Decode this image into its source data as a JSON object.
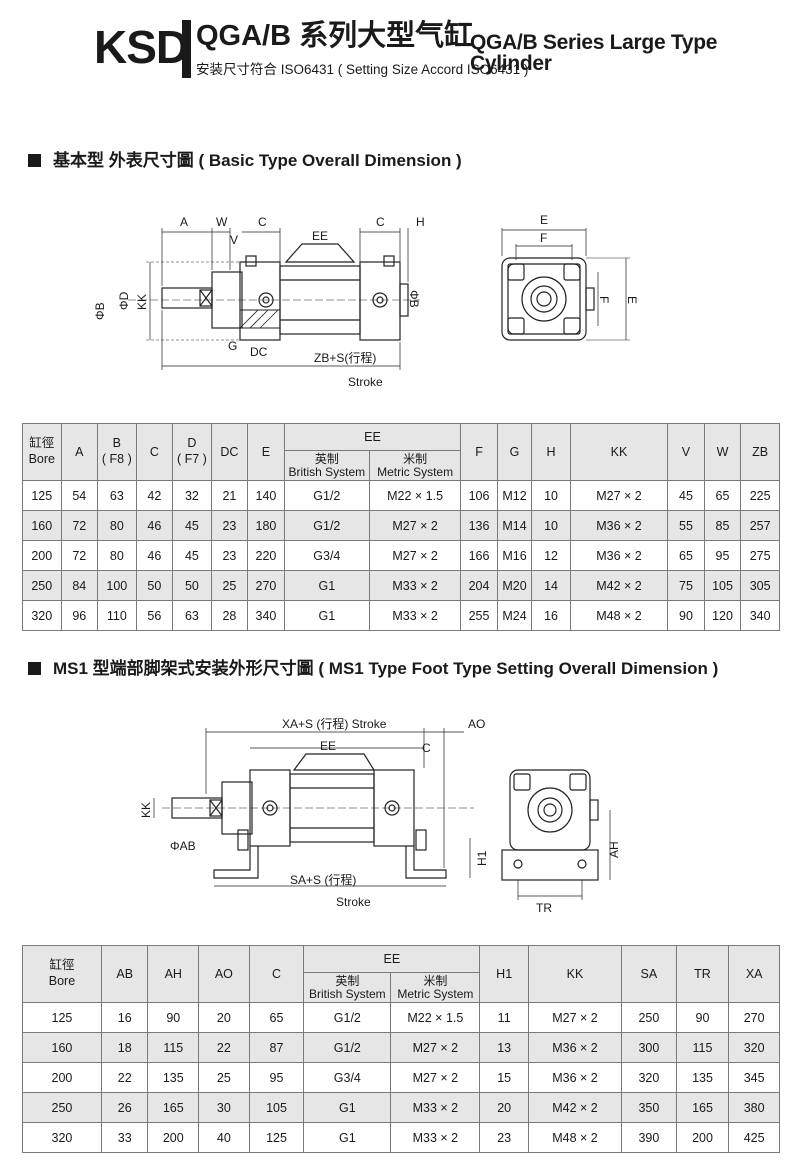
{
  "header": {
    "brand": "KSD",
    "title_cn": "QGA/B 系列大型气缸",
    "title_en": "QGA/B Series Large Type Cylinder",
    "subtitle": "安装尺寸符合 ISO6431 ( Setting Size Accord ISO6431 )"
  },
  "section1": {
    "title": "基本型 外表尺寸圖 ( Basic Type Overall Dimension )",
    "drawing_labels": {
      "A": "A",
      "W": "W",
      "V": "V",
      "C": "C",
      "C2": "C",
      "H": "H",
      "EE": "EE",
      "phiB": "ΦB",
      "phiD": "ΦD",
      "KK": "KK",
      "phiB2": "ΦB",
      "G": "G",
      "DC": "DC",
      "zb": "ZB+S(行程)",
      "stroke": "Stroke",
      "E": "E",
      "F": "F",
      "F2": "F",
      "E2": "E"
    },
    "table": {
      "headers": {
        "bore": "缸徑\nBore",
        "A": "A",
        "B": "B\n( F8 )",
        "C": "C",
        "D": "D\n( F7 )",
        "DC": "DC",
        "E": "E",
        "EE": "EE",
        "EE_british": "英制\nBritish System",
        "EE_metric": "米制\nMetric System",
        "F": "F",
        "G": "G",
        "H": "H",
        "KK": "KK",
        "V": "V",
        "W": "W",
        "ZB": "ZB"
      },
      "rows": [
        [
          "125",
          "54",
          "63",
          "42",
          "32",
          "21",
          "140",
          "G1/2",
          "M22 × 1.5",
          "106",
          "M12",
          "10",
          "M27 × 2",
          "45",
          "65",
          "225"
        ],
        [
          "160",
          "72",
          "80",
          "46",
          "45",
          "23",
          "180",
          "G1/2",
          "M27 × 2",
          "136",
          "M14",
          "10",
          "M36 × 2",
          "55",
          "85",
          "257"
        ],
        [
          "200",
          "72",
          "80",
          "46",
          "45",
          "23",
          "220",
          "G3/4",
          "M27 × 2",
          "166",
          "M16",
          "12",
          "M36 × 2",
          "65",
          "95",
          "275"
        ],
        [
          "250",
          "84",
          "100",
          "50",
          "50",
          "25",
          "270",
          "G1",
          "M33 × 2",
          "204",
          "M20",
          "14",
          "M42 × 2",
          "75",
          "105",
          "305"
        ],
        [
          "320",
          "96",
          "110",
          "56",
          "63",
          "28",
          "340",
          "G1",
          "M33 × 2",
          "255",
          "M24",
          "16",
          "M48 × 2",
          "90",
          "120",
          "340"
        ]
      ]
    }
  },
  "section2": {
    "title": "MS1 型端部脚架式安装外形尺寸圖 ( MS1 Type Foot Type Setting Overall Dimension )",
    "drawing_labels": {
      "xa": "XA+S (行程) Stroke",
      "AO": "AO",
      "EE": "EE",
      "C": "C",
      "KK": "KK",
      "phiAB": "ΦAB",
      "H1": "H1",
      "sa": "SA+S (行程)",
      "stroke": "Stroke",
      "AH": "AH",
      "TR": "TR"
    },
    "table": {
      "headers": {
        "bore": "缸徑\nBore",
        "AB": "AB",
        "AH": "AH",
        "AO": "AO",
        "C": "C",
        "EE": "EE",
        "EE_british": "英制\nBritish System",
        "EE_metric": "米制\nMetric System",
        "H1": "H1",
        "KK": "KK",
        "SA": "SA",
        "TR": "TR",
        "XA": "XA"
      },
      "rows": [
        [
          "125",
          "16",
          "90",
          "20",
          "65",
          "G1/2",
          "M22 × 1.5",
          "11",
          "M27 × 2",
          "250",
          "90",
          "270"
        ],
        [
          "160",
          "18",
          "115",
          "22",
          "87",
          "G1/2",
          "M27 × 2",
          "13",
          "M36 × 2",
          "300",
          "115",
          "320"
        ],
        [
          "200",
          "22",
          "135",
          "25",
          "95",
          "G3/4",
          "M27 × 2",
          "15",
          "M36 × 2",
          "320",
          "135",
          "345"
        ],
        [
          "250",
          "26",
          "165",
          "30",
          "105",
          "G1",
          "M33 × 2",
          "20",
          "M42 × 2",
          "350",
          "165",
          "380"
        ],
        [
          "320",
          "33",
          "200",
          "40",
          "125",
          "G1",
          "M33 × 2",
          "23",
          "M48 × 2",
          "390",
          "200",
          "425"
        ]
      ]
    }
  }
}
